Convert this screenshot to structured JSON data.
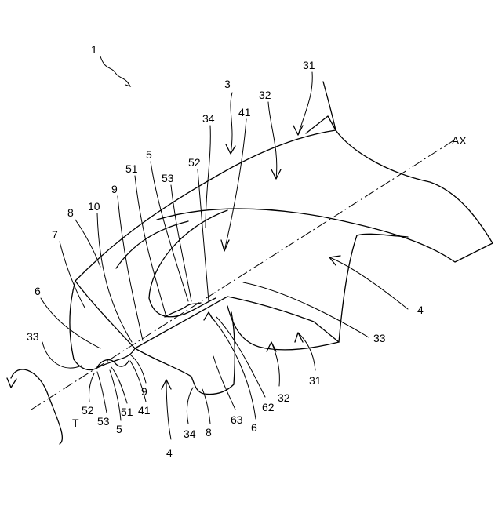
{
  "figure": {
    "labels": {
      "ref_1": "1",
      "ref_3": "3",
      "ref_31_top": "31",
      "ref_32_top": "32",
      "ref_34_top": "34",
      "ref_41_top": "41",
      "ref_ax": "AX",
      "ref_5_top": "5",
      "ref_51_top": "51",
      "ref_52_top": "52",
      "ref_53_top": "53",
      "ref_9_top": "9",
      "ref_10": "10",
      "ref_8_top": "8",
      "ref_7": "7",
      "ref_6_left": "6",
      "ref_33_left": "33",
      "ref_4_right": "4",
      "ref_33_right": "33",
      "ref_31_right": "31",
      "ref_32_bottom": "32",
      "ref_62": "62",
      "ref_6_bottom": "6",
      "ref_63": "63",
      "ref_8_bottom": "8",
      "ref_34_bottom": "34",
      "ref_4_bottom": "4",
      "ref_41_bottom": "41",
      "ref_9_bottom": "9",
      "ref_51_bottom": "51",
      "ref_53_bottom": "53",
      "ref_5_bottom": "5",
      "ref_52_bottom": "52",
      "ref_t": "T"
    }
  }
}
